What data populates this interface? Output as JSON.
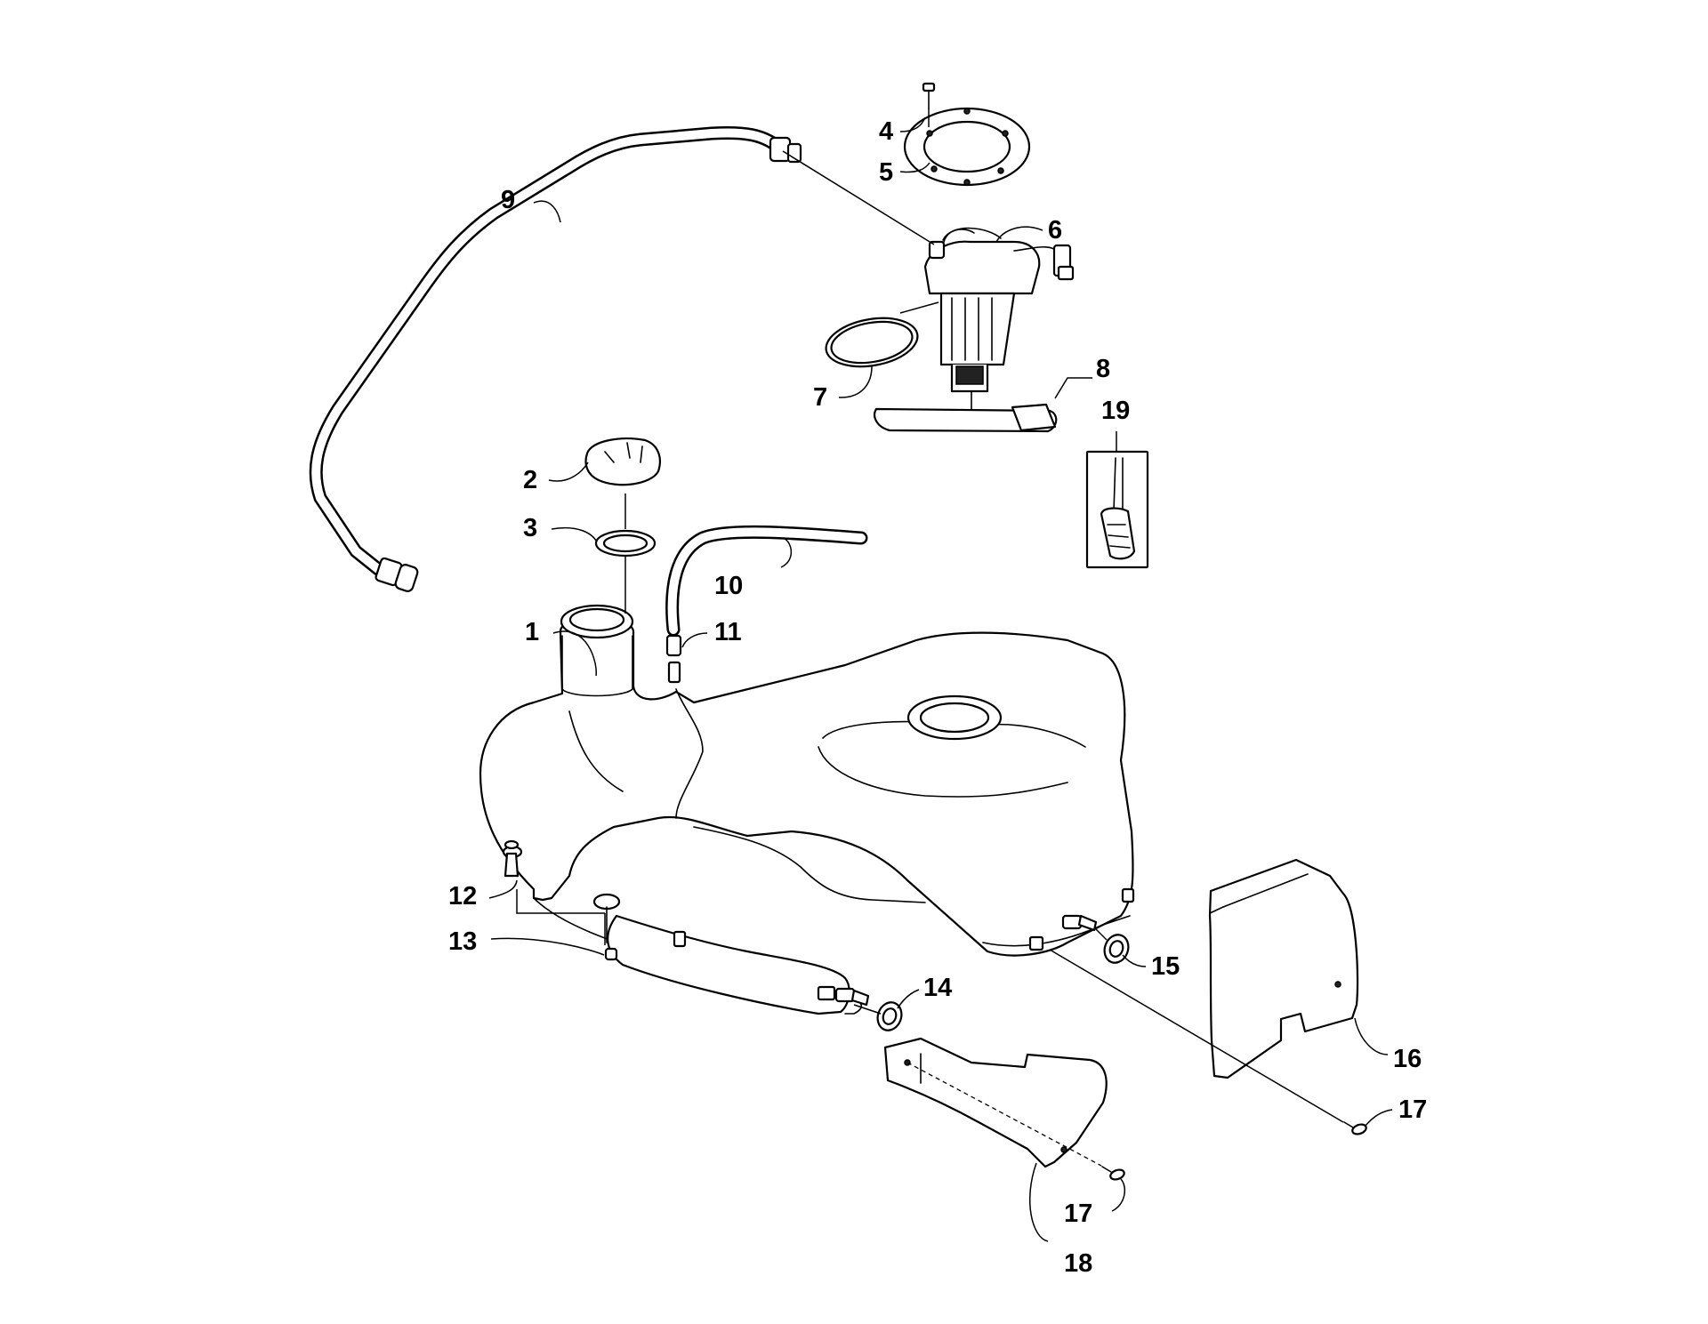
{
  "callouts": [
    {
      "id": "1",
      "label": "1"
    },
    {
      "id": "2",
      "label": "2"
    },
    {
      "id": "3",
      "label": "3"
    },
    {
      "id": "4",
      "label": "4"
    },
    {
      "id": "5",
      "label": "5"
    },
    {
      "id": "6",
      "label": "6"
    },
    {
      "id": "7",
      "label": "7"
    },
    {
      "id": "8",
      "label": "8"
    },
    {
      "id": "9",
      "label": "9"
    },
    {
      "id": "10",
      "label": "10"
    },
    {
      "id": "11",
      "label": "11"
    },
    {
      "id": "12",
      "label": "12"
    },
    {
      "id": "13",
      "label": "13"
    },
    {
      "id": "14",
      "label": "14"
    },
    {
      "id": "15",
      "label": "15"
    },
    {
      "id": "16",
      "label": "16"
    },
    {
      "id": "17a",
      "label": "17"
    },
    {
      "id": "17b",
      "label": "17"
    },
    {
      "id": "18",
      "label": "18"
    },
    {
      "id": "19",
      "label": "19"
    }
  ]
}
